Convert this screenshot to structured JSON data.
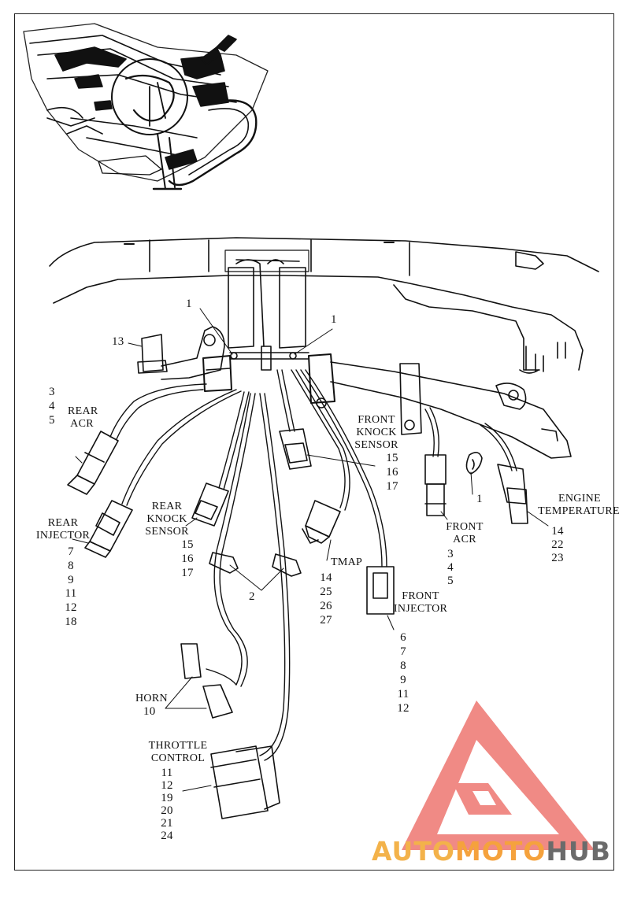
{
  "diagram": {
    "labels": {
      "callout_1_left": "1",
      "callout_1_right": "1",
      "callout_1_clip": "1",
      "callout_13": "13",
      "callout_2": "2",
      "rear_acr_nums": [
        "3",
        "4",
        "5"
      ],
      "rear_acr_title": [
        "REAR",
        "ACR"
      ],
      "rear_injector_title": [
        "REAR",
        "INJECTOR"
      ],
      "rear_injector_nums": [
        "7",
        "8",
        "9",
        "11",
        "12",
        "18"
      ],
      "rear_knock_title": [
        "REAR",
        "KNOCK",
        "SENSOR"
      ],
      "rear_knock_nums": [
        "15",
        "16",
        "17"
      ],
      "front_knock_title": [
        "FRONT",
        "KNOCK",
        "SENSOR"
      ],
      "front_knock_nums": [
        "15",
        "16",
        "17"
      ],
      "front_acr_title": [
        "FRONT",
        "ACR"
      ],
      "front_acr_nums": [
        "3",
        "4",
        "5"
      ],
      "engine_temp_title": [
        "ENGINE",
        "TEMPERATURE"
      ],
      "engine_temp_nums": [
        "14",
        "22",
        "23"
      ],
      "tmap_title": "TMAP",
      "tmap_nums": [
        "14",
        "25",
        "26",
        "27"
      ],
      "front_injector_title": [
        "FRONT",
        "INJECTOR"
      ],
      "front_injector_nums": [
        "6",
        "7",
        "8",
        "9",
        "11",
        "12"
      ],
      "horn_title": "HORN",
      "horn_num": "10",
      "throttle_title": [
        "THROTTLE",
        "CONTROL"
      ],
      "throttle_nums": [
        "11",
        "12",
        "19",
        "20",
        "21",
        "24"
      ]
    }
  },
  "watermark": {
    "part1": "AUTO",
    "part2": "MOTO",
    "part3": "HUB",
    "colors": {
      "triangle": "#f08a85",
      "orange": "#f5a23d",
      "grey": "#6b6b6b"
    }
  }
}
